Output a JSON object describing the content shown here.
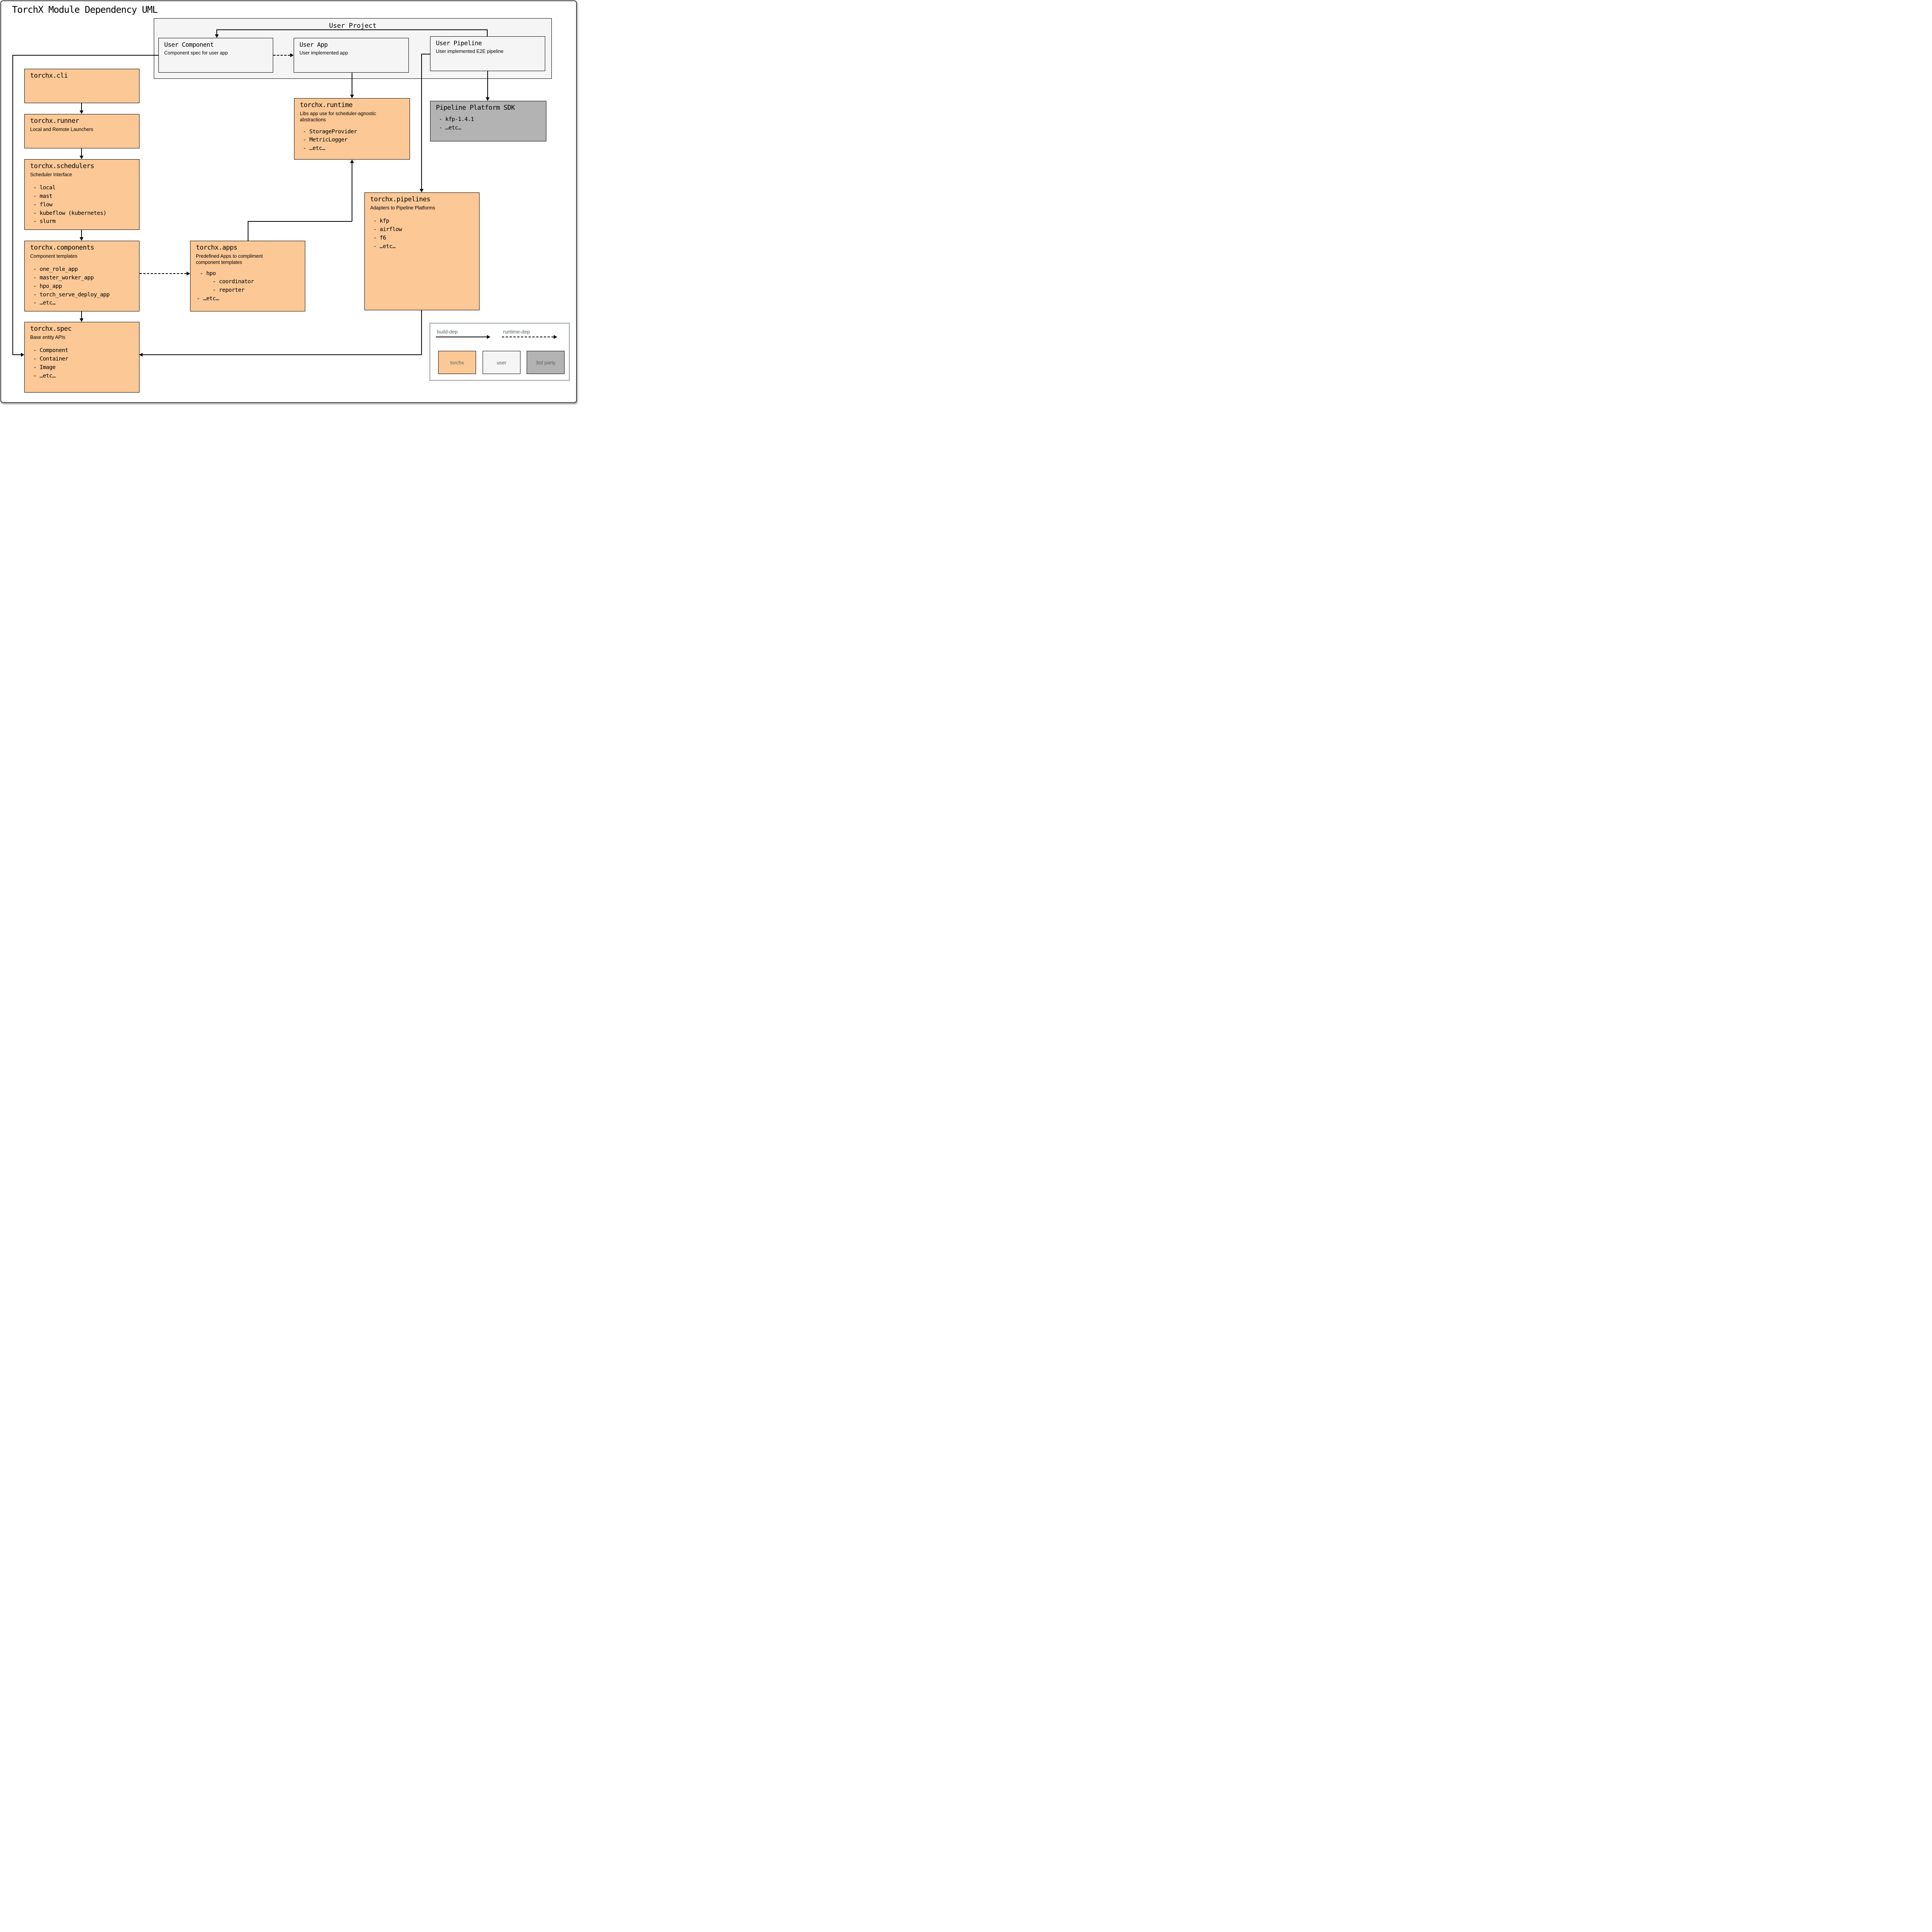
{
  "page": {
    "title": "TorchX Module Dependency UML"
  },
  "colors": {
    "torchx": "#fbc896",
    "user": "#f5f5f5",
    "third_party": "#b3b3b3",
    "legend_text": "#595f5f"
  },
  "user_project": {
    "title": "User Project",
    "component": {
      "title": "User Component",
      "subtitle": "Component spec for user app"
    },
    "app": {
      "title": "User App",
      "subtitle": "User implemented app"
    },
    "pipeline": {
      "title": "User Pipeline",
      "subtitle": "User implemented E2E pipeline"
    }
  },
  "modules": {
    "cli": {
      "title": "torchx.cli",
      "subtitle": "",
      "items": []
    },
    "runner": {
      "title": "torchx.runner",
      "subtitle": "Local and Remote Launchers",
      "items": []
    },
    "schedulers": {
      "title": "torchx.schedulers",
      "subtitle": "Scheduler Interface",
      "items": [
        "- local",
        "- mast",
        "- flow",
        "- kubeflow (kubernetes)",
        "- slurm"
      ]
    },
    "components": {
      "title": "torchx.components",
      "subtitle": "Component templates",
      "items": [
        "- one_role_app",
        "- master_worker_app",
        "- hpo_app",
        "- torch_serve_deploy_app",
        "- …etc…"
      ]
    },
    "spec": {
      "title": "torchx.spec",
      "subtitle": "Base entity APIs",
      "items": [
        "- Component",
        "- Container",
        "- Image",
        "- …etc…"
      ]
    },
    "runtime": {
      "title": "torchx.runtime",
      "subtitle": "Libs app use for scheduler-agnostic abstractions",
      "items": [
        "- StorageProvider",
        "- MetricLogger",
        "- …etc…"
      ]
    },
    "apps": {
      "title": "torchx.apps",
      "subtitle": "Predefined Apps to compliment component templates",
      "items": [
        " - hpo",
        "     - coordinator",
        "     - reporter",
        "- …etc…"
      ]
    },
    "pipelines": {
      "title": "torchx.pipelines",
      "subtitle": "Adapters to Pipeline Platforms",
      "items": [
        "- kfp",
        "- airflow",
        "- f6",
        "- …etc…"
      ]
    },
    "sdk": {
      "title": "Pipeline Platform SDK",
      "subtitle": "",
      "items": [
        "- kfp-1.4.1",
        "- …etc…"
      ]
    }
  },
  "legend": {
    "build_dep_label": "build-dep",
    "runtime_dep_label": "runtime-dep",
    "swatches": [
      {
        "label": "torchx"
      },
      {
        "label": "user"
      },
      {
        "label": "3rd party"
      }
    ]
  },
  "edges": [
    {
      "from": "torchx.cli",
      "to": "torchx.runner",
      "type": "build-dep"
    },
    {
      "from": "torchx.runner",
      "to": "torchx.schedulers",
      "type": "build-dep"
    },
    {
      "from": "torchx.schedulers",
      "to": "torchx.components",
      "type": "build-dep"
    },
    {
      "from": "torchx.components",
      "to": "torchx.spec",
      "type": "build-dep"
    },
    {
      "from": "torchx.components",
      "to": "torchx.apps",
      "type": "runtime-dep"
    },
    {
      "from": "User Component",
      "to": "User App",
      "type": "runtime-dep"
    },
    {
      "from": "User Component",
      "to": "torchx.spec",
      "type": "build-dep"
    },
    {
      "from": "User Pipeline",
      "to": "User Component",
      "type": "build-dep"
    },
    {
      "from": "User Pipeline",
      "to": "Pipeline Platform SDK",
      "type": "build-dep"
    },
    {
      "from": "User Pipeline",
      "to": "torchx.pipelines",
      "type": "build-dep"
    },
    {
      "from": "User App",
      "to": "torchx.runtime",
      "type": "build-dep"
    },
    {
      "from": "torchx.apps",
      "to": "torchx.runtime",
      "type": "build-dep"
    },
    {
      "from": "torchx.pipelines",
      "to": "torchx.spec",
      "type": "build-dep"
    }
  ]
}
